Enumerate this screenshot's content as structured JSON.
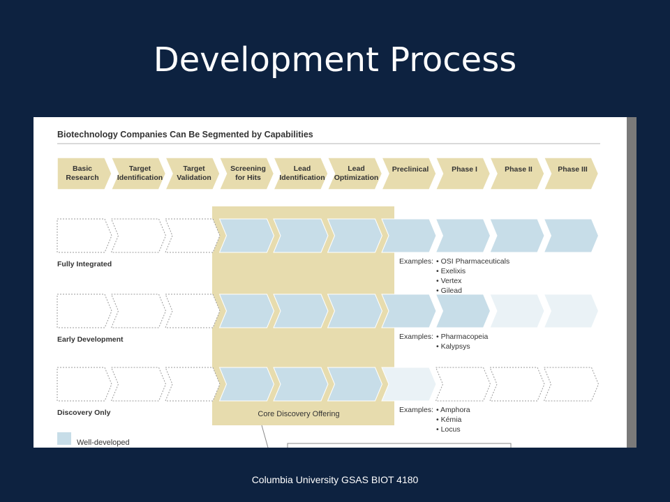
{
  "slide": {
    "title": "Development Process",
    "footer": "Columbia University GSAS BIOT 4180"
  },
  "diagram": {
    "heading": "Biotechnology Companies Can Be Segmented by Capabilities",
    "stages": [
      [
        "Basic",
        "Research"
      ],
      [
        "Target",
        "Identification"
      ],
      [
        "Target",
        "Validation"
      ],
      [
        "Screening",
        "for Hits"
      ],
      [
        "Lead",
        "Identification"
      ],
      [
        "Lead",
        "Optimization"
      ],
      [
        "Preclinical"
      ],
      [
        "Phase I"
      ],
      [
        "Phase II"
      ],
      [
        "Phase III"
      ]
    ],
    "rows": [
      {
        "label": "Fully Integrated",
        "levels": [
          "none",
          "none",
          "none",
          "well",
          "well",
          "well",
          "well",
          "well",
          "well",
          "well"
        ],
        "examples_prefix": "Examples:",
        "examples": [
          "OSI Pharmaceuticals",
          "Exelixis",
          "Vertex",
          "Gilead"
        ]
      },
      {
        "label": "Early Development",
        "levels": [
          "none",
          "none",
          "none",
          "well",
          "well",
          "well",
          "well",
          "well",
          "light",
          "light"
        ],
        "examples_prefix": "Examples:",
        "examples": [
          "Pharmacopeia",
          "Kalypsys"
        ]
      },
      {
        "label": "Discovery Only",
        "levels": [
          "none",
          "none",
          "none",
          "well",
          "well",
          "well",
          "light",
          "none",
          "none",
          "none"
        ],
        "examples_prefix": "Examples:",
        "examples": [
          "Amphora",
          "Kémia",
          "Locus"
        ]
      }
    ],
    "core_label": "Core Discovery Offering",
    "legend": {
      "well_label": "Well-developed"
    },
    "colors": {
      "stage_fill": "#e7dcae",
      "core_fill": "#e7dcae",
      "well": "#c7dde8",
      "light": "#eaf2f6",
      "none_stroke": "#9a9a9a",
      "text": "#333333"
    }
  }
}
